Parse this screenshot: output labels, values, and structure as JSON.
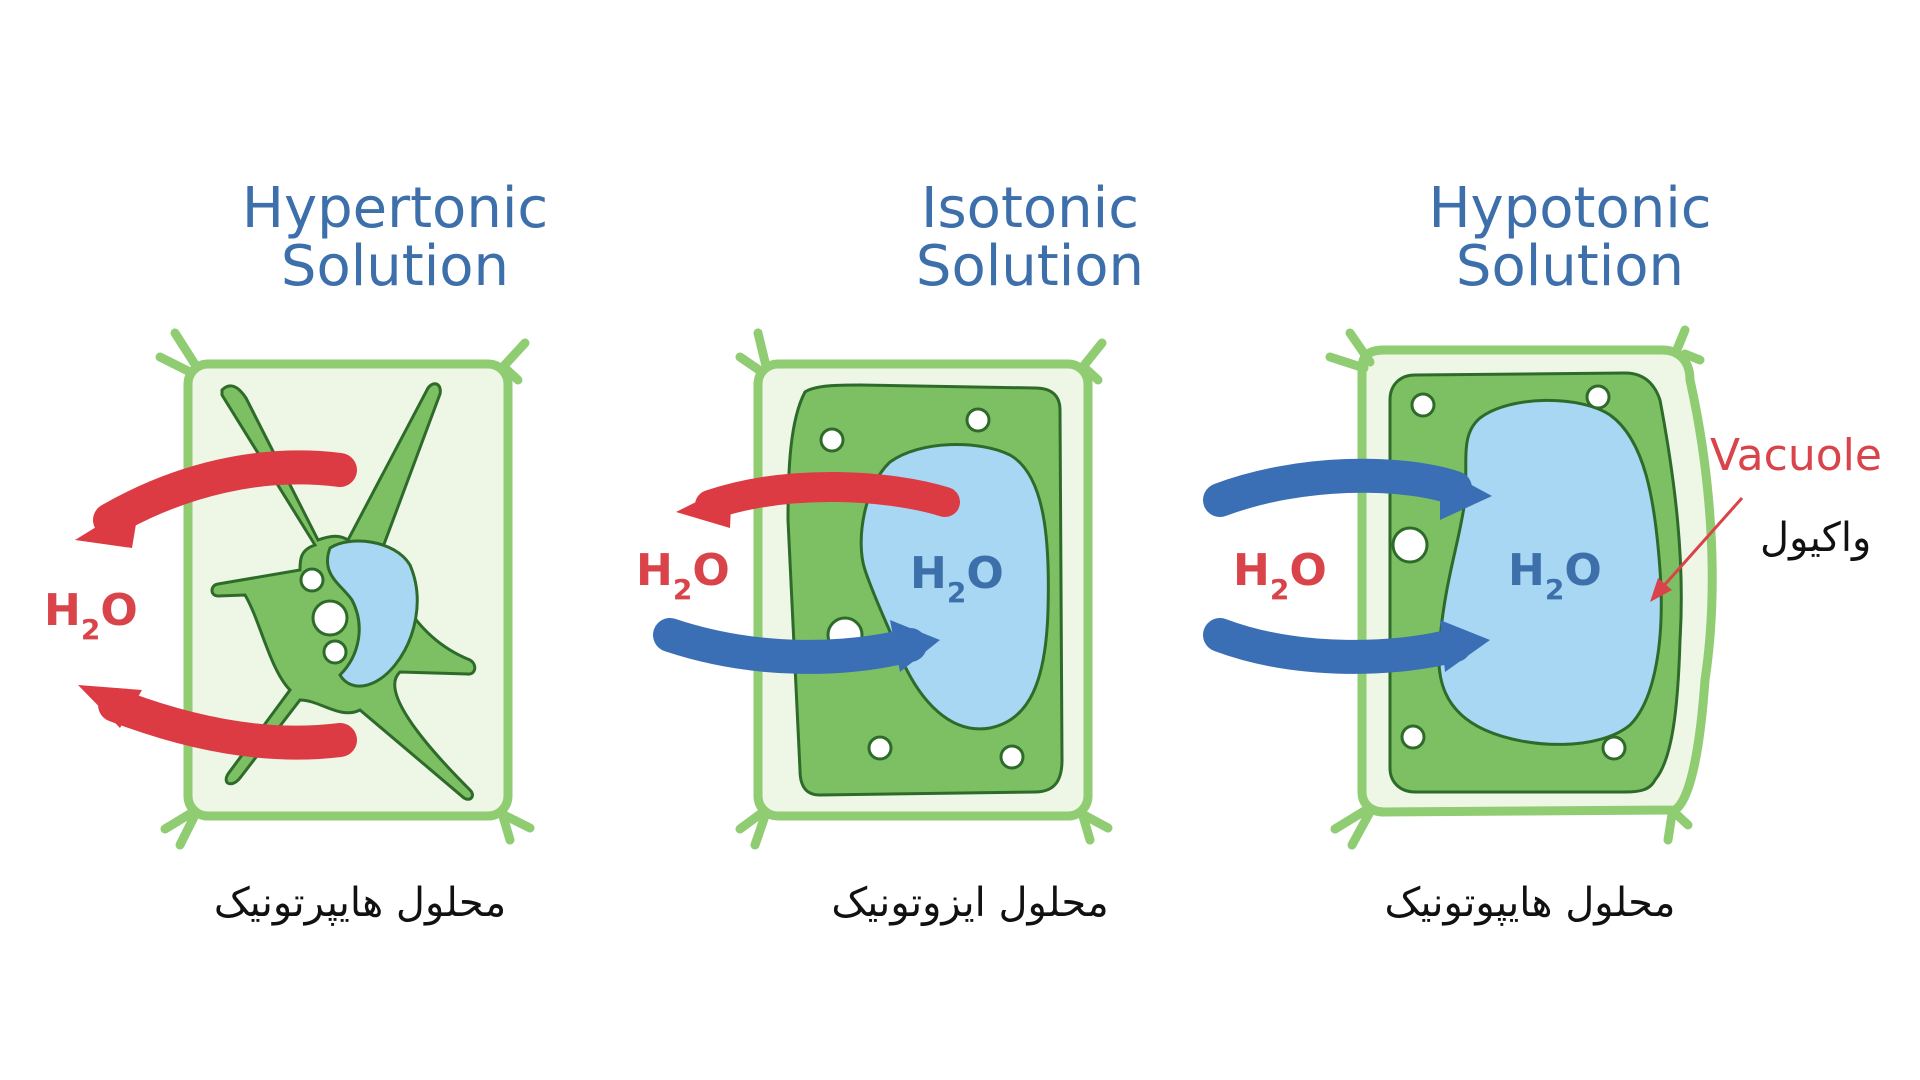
{
  "panels": [
    {
      "id": "hypertonic",
      "title_line1": "Hypertonic",
      "title_line2": "Solution",
      "caption": "محلول هایپرتونیک",
      "outside_label": {
        "main": "H",
        "sub": "2",
        "end": "O"
      }
    },
    {
      "id": "isotonic",
      "title_line1": "Isotonic",
      "title_line2": "Solution",
      "caption": "محلول ایزوتونیک",
      "outside_label": {
        "main": "H",
        "sub": "2",
        "end": "O"
      },
      "inside_label": {
        "main": "H",
        "sub": "2",
        "end": "O"
      }
    },
    {
      "id": "hypotonic",
      "title_line1": "Hypotonic",
      "title_line2": "Solution",
      "caption": "محلول هایپوتونیک",
      "outside_label": {
        "main": "H",
        "sub": "2",
        "end": "O"
      },
      "inside_label": {
        "main": "H",
        "sub": "2",
        "end": "O"
      }
    }
  ],
  "vacuole_label": "Vacuole",
  "vacuole_label_fa": "واکیول",
  "colors": {
    "title": "#3d6faa",
    "wall": "#8fcc72",
    "wall_fill": "#eef6e6",
    "cytoplasm": "#7dc063",
    "cytoplasm_stroke": "#2e6b2a",
    "vacuole": "#a7d7f3",
    "arrow_out": "#dd3b44",
    "arrow_in": "#3a6fb6",
    "label_red": "#d9434a"
  }
}
